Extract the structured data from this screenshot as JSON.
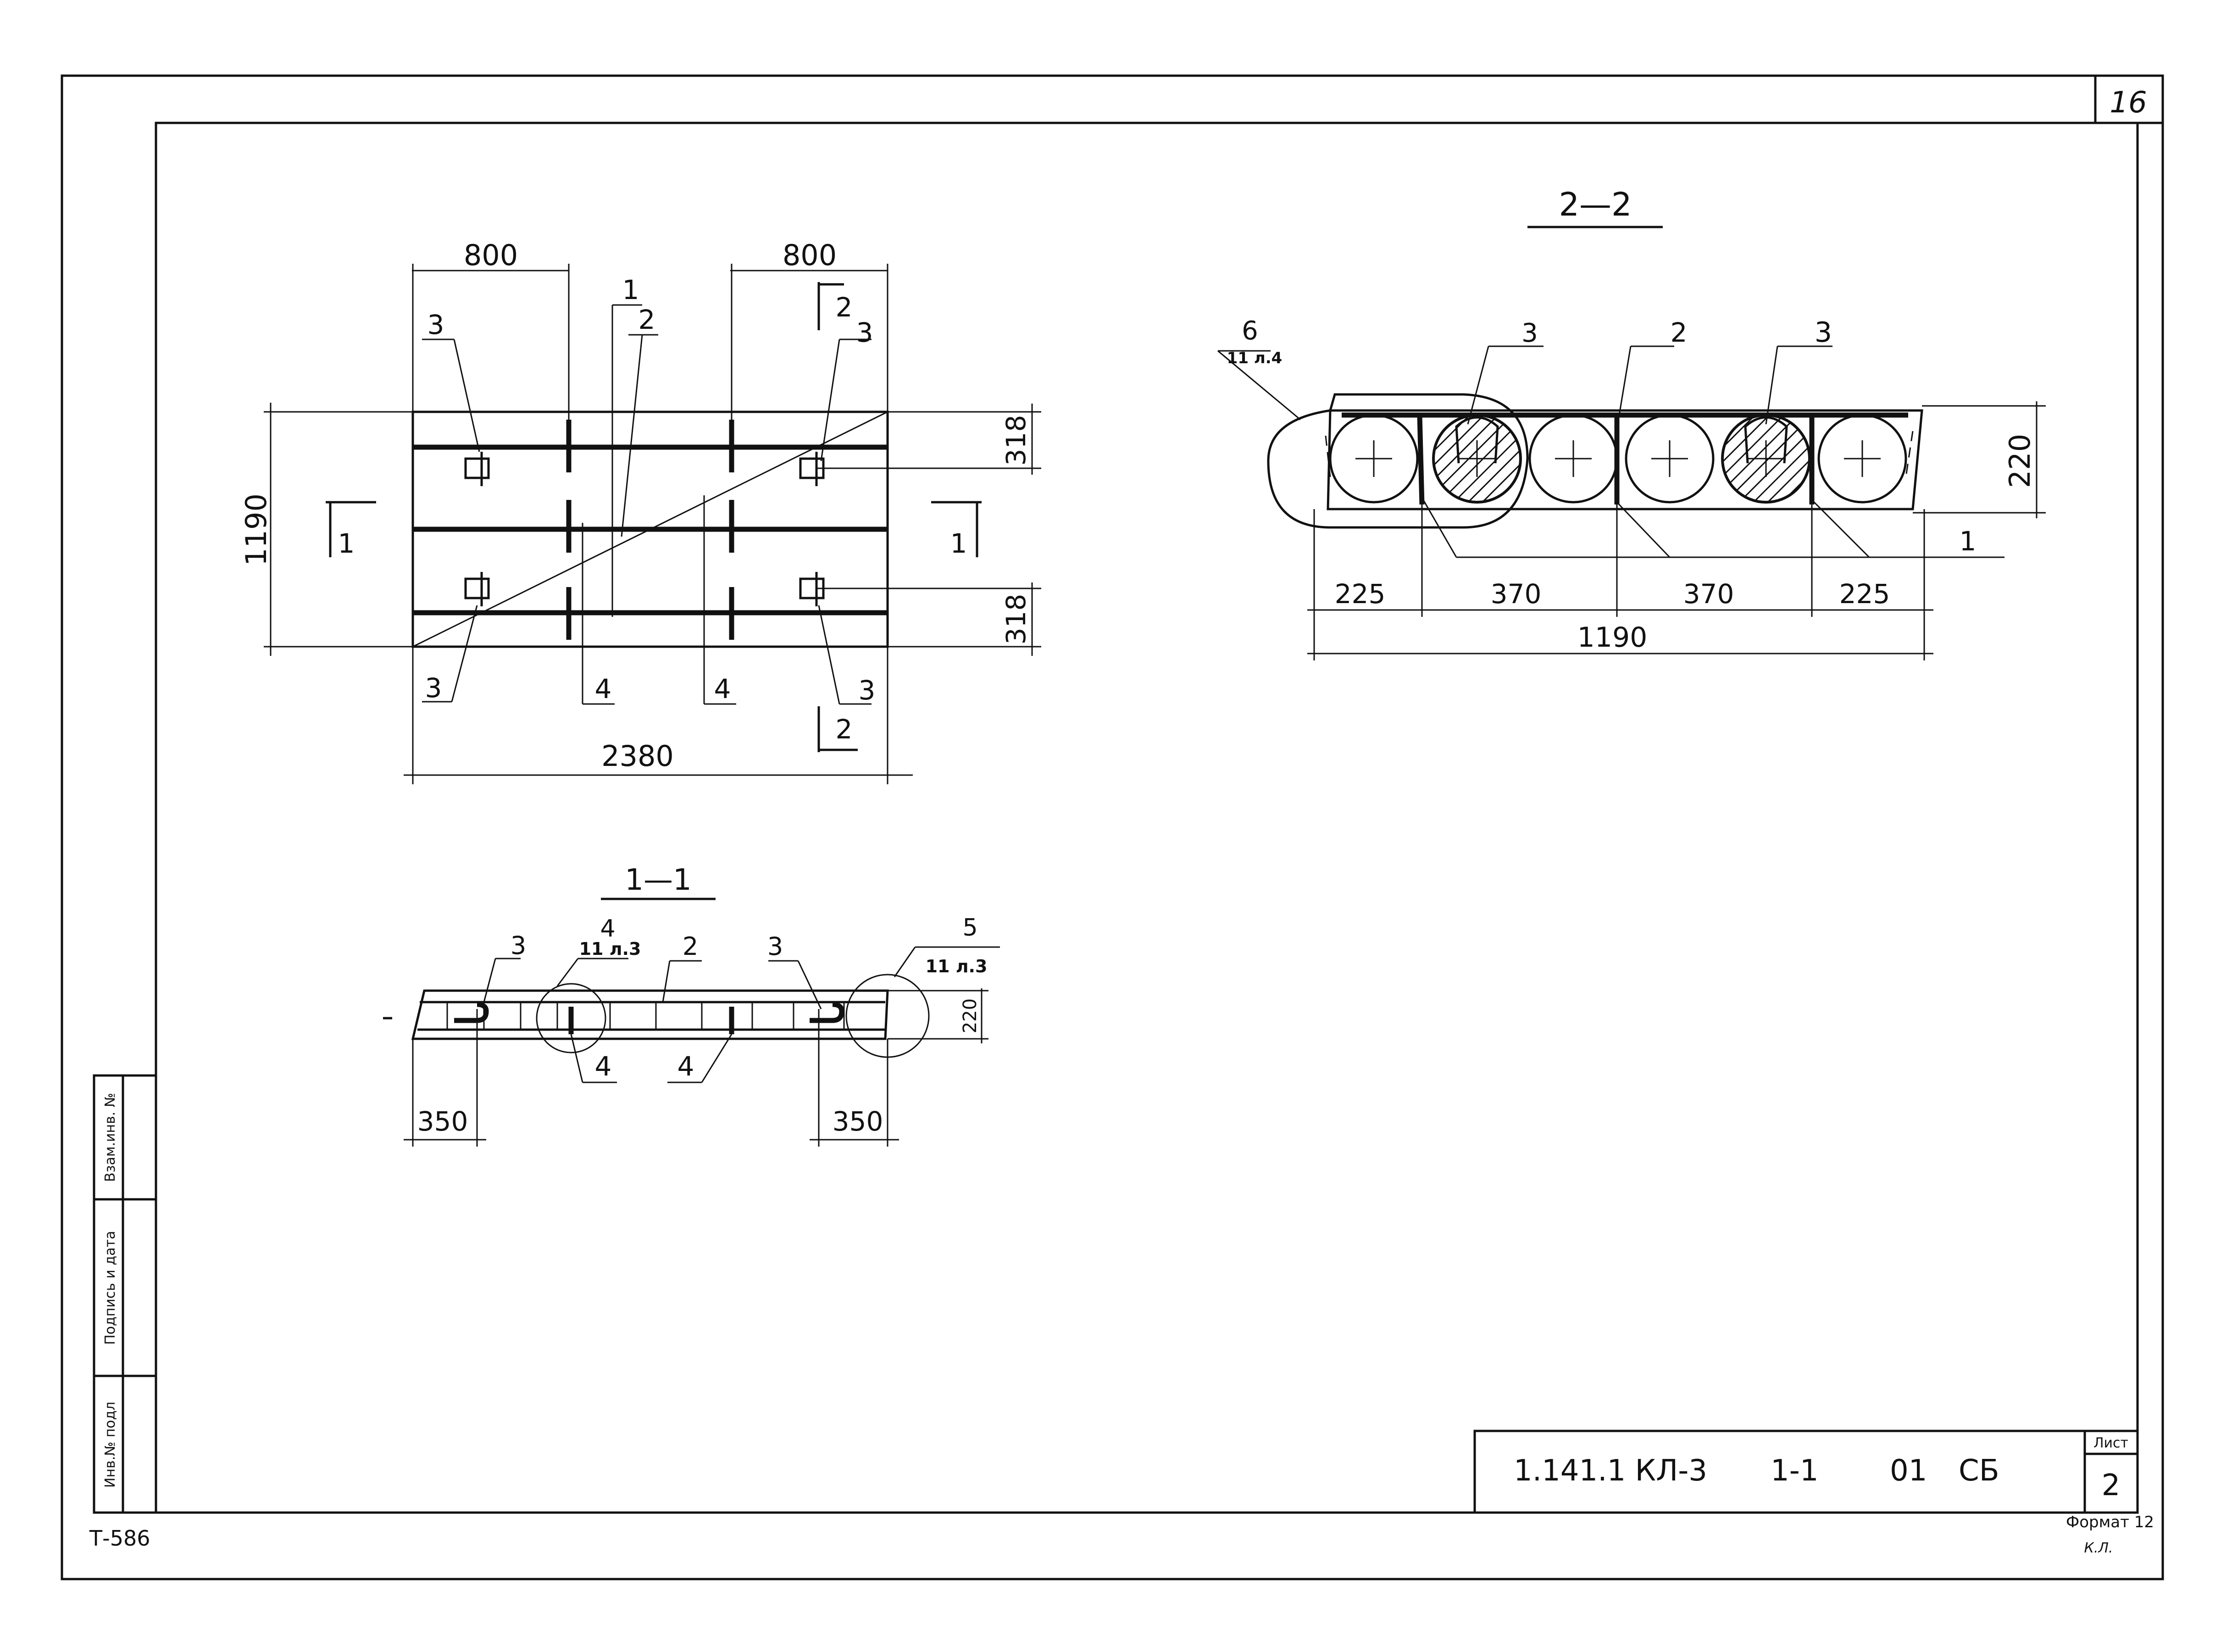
{
  "sheet": {
    "page_number": "16",
    "document_code": "1.141.1 КЛ-3",
    "series": "1-1",
    "item": "01",
    "mark": "СБ",
    "sheet_label": "Лист",
    "sheet_number": "2",
    "format_label": "Формат 12",
    "archive_number": "Т-586",
    "initials": "К.Л."
  },
  "side_stamp": {
    "inv_replace": "Взам.инв. №",
    "signature_date": "Подпись и дата",
    "inv_orig": "Инв.№ подл"
  },
  "plan": {
    "dim_top_left": "800",
    "dim_top_right": "800",
    "dim_left": "1190",
    "dim_right_top": "318",
    "dim_right_bottom": "318",
    "dim_bottom": "2380",
    "pos_1": "1",
    "pos_2": "2",
    "pos_3_top_left": "3",
    "pos_3_top_right": "3",
    "pos_3_bottom_left": "3",
    "pos_3_bottom_right": "3",
    "pos_4_left": "4",
    "pos_4_right": "4",
    "cut_2_top": "2",
    "cut_2_bottom": "2",
    "cut_1_left": "1",
    "cut_1_right": "1"
  },
  "section_1": {
    "title": "1—1",
    "pos_3_left": "3",
    "pos_3_right": "3",
    "pos_2": "2",
    "pos_4_left": "4",
    "pos_4_right": "4",
    "callout_4_num": "4",
    "callout_4_ref": "11 л.3",
    "callout_5_num": "5",
    "callout_5_ref": "11 л.3",
    "dim_height": "220",
    "dim_left": "350",
    "dim_right": "350"
  },
  "section_2": {
    "title": "2—2",
    "callout_6_num": "6",
    "callout_6_ref": "11 л.4",
    "pos_3_left": "3",
    "pos_3_right": "3",
    "pos_2": "2",
    "pos_1": "1",
    "dim_height": "220",
    "dim_a": "225",
    "dim_b": "370",
    "dim_c": "370",
    "dim_d": "225",
    "dim_total": "1190"
  }
}
